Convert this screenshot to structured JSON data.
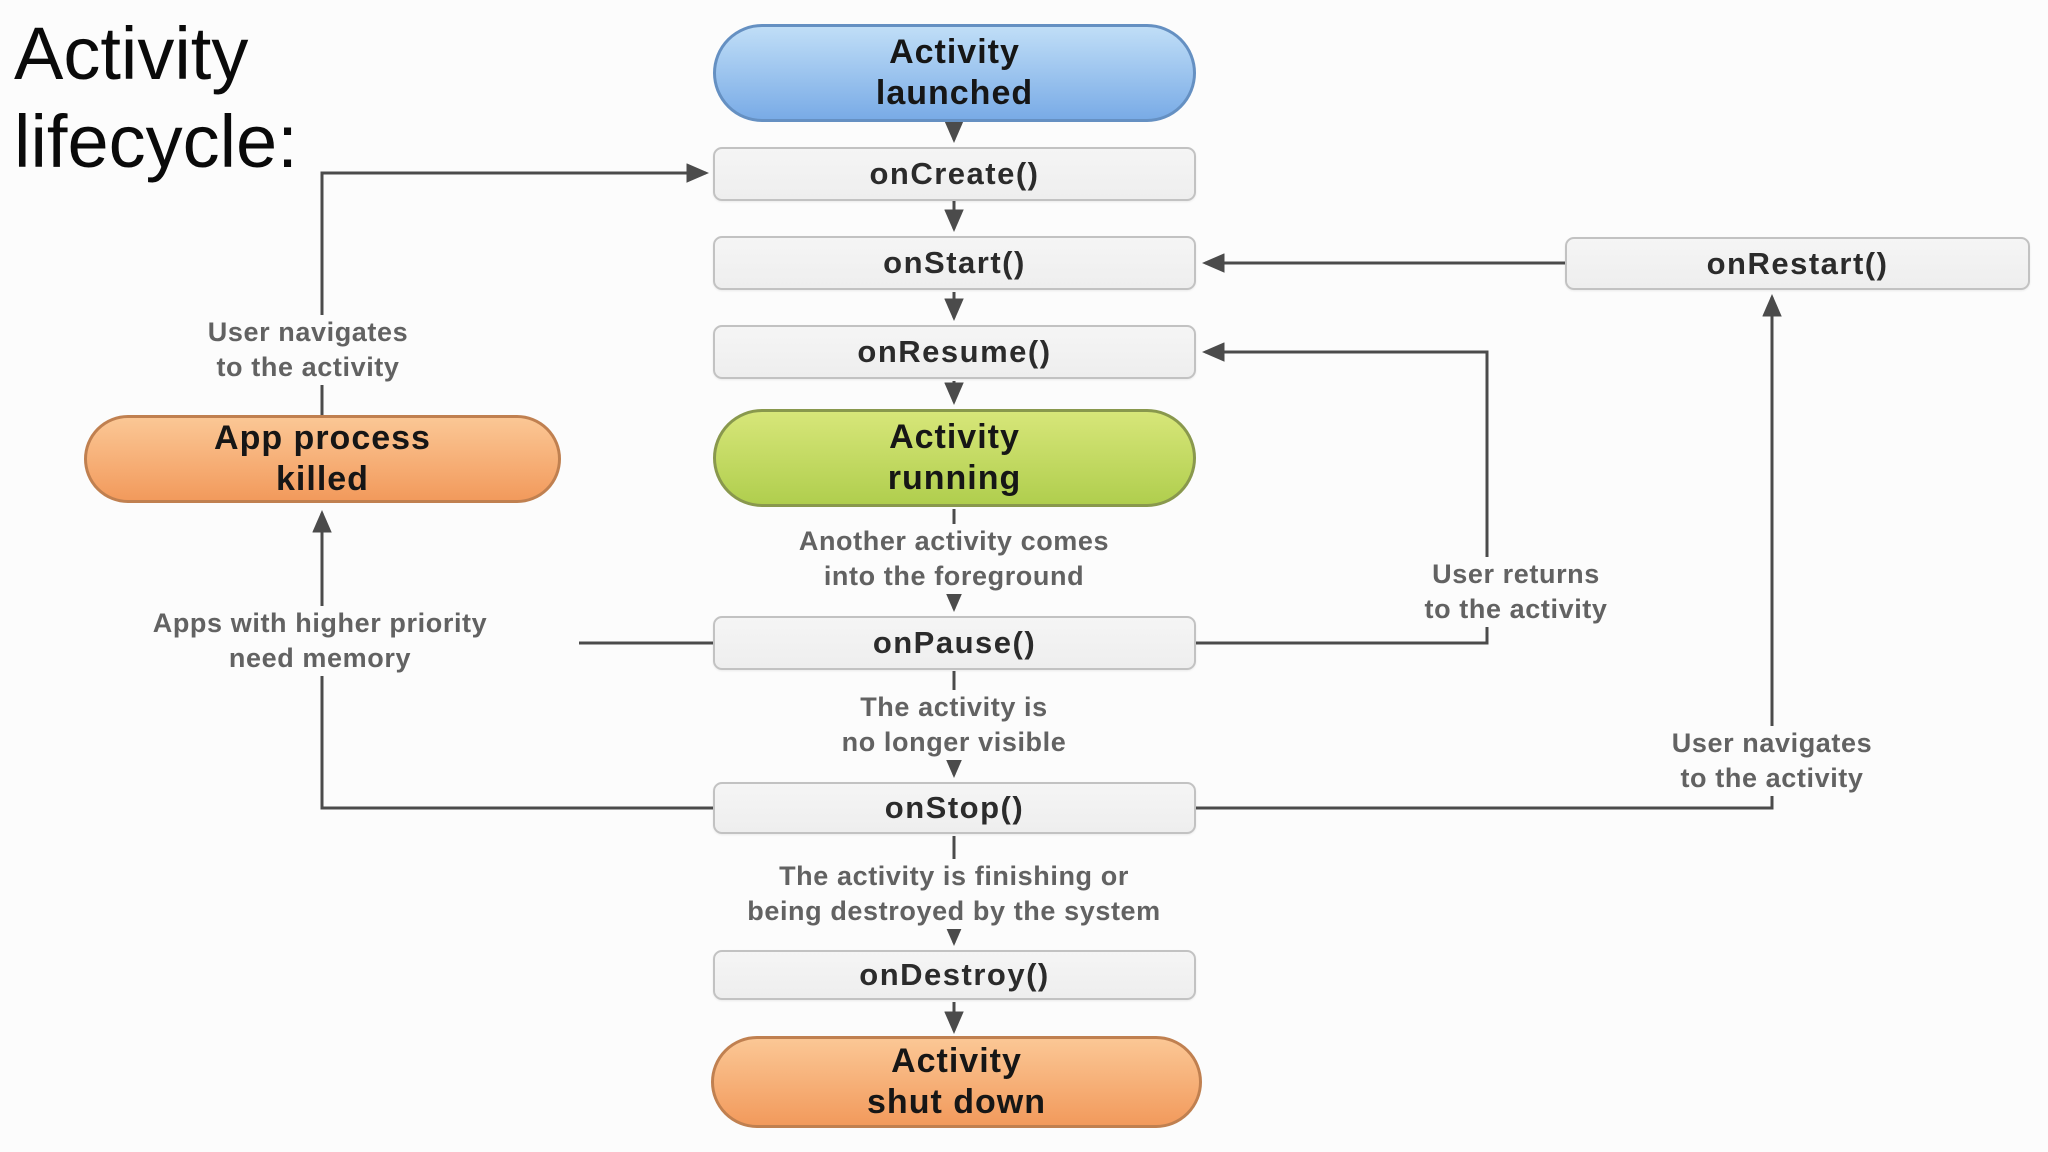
{
  "title": "Activity\nlifecycle:",
  "diagram": {
    "nodes": {
      "activity_launched": "Activity\nlaunched",
      "on_create": "onCreate()",
      "on_start": "onStart()",
      "on_restart": "onRestart()",
      "on_resume": "onResume()",
      "activity_running": "Activity\nrunning",
      "app_process_killed": "App process\nkilled",
      "on_pause": "onPause()",
      "on_stop": "onStop()",
      "on_destroy": "onDestroy()",
      "activity_shut_down": "Activity\nshut down"
    },
    "labels": {
      "user_navigates_left": "User navigates\nto the activity",
      "apps_priority": "Apps with higher priority\nneed memory",
      "another_activity": "Another activity comes\ninto the foreground",
      "user_returns": "User returns\nto the activity",
      "no_longer_visible": "The activity is\nno longer visible",
      "user_navigates_right": "User navigates\nto the activity",
      "finishing": "The activity is finishing or\nbeing destroyed by the system"
    },
    "colors": {
      "page_bg": "#fcfcfc",
      "line": "#4b4b4b",
      "title_text": "#0a0a0a",
      "label_text": "#626262",
      "node_text": "#161616",
      "box_text": "#2b2b2b",
      "box_fill": "#f5f5f5",
      "box_border": "#c2c2c2",
      "blue_top": "#c0def7",
      "blue_bottom": "#79abe6",
      "blue_border": "#6590c2",
      "green_top": "#d7e679",
      "green_bottom": "#b0ce4e",
      "green_border": "#89984d",
      "orange_top": "#fbc795",
      "orange_bottom": "#f29a5c",
      "orange_border": "#c08050"
    }
  }
}
